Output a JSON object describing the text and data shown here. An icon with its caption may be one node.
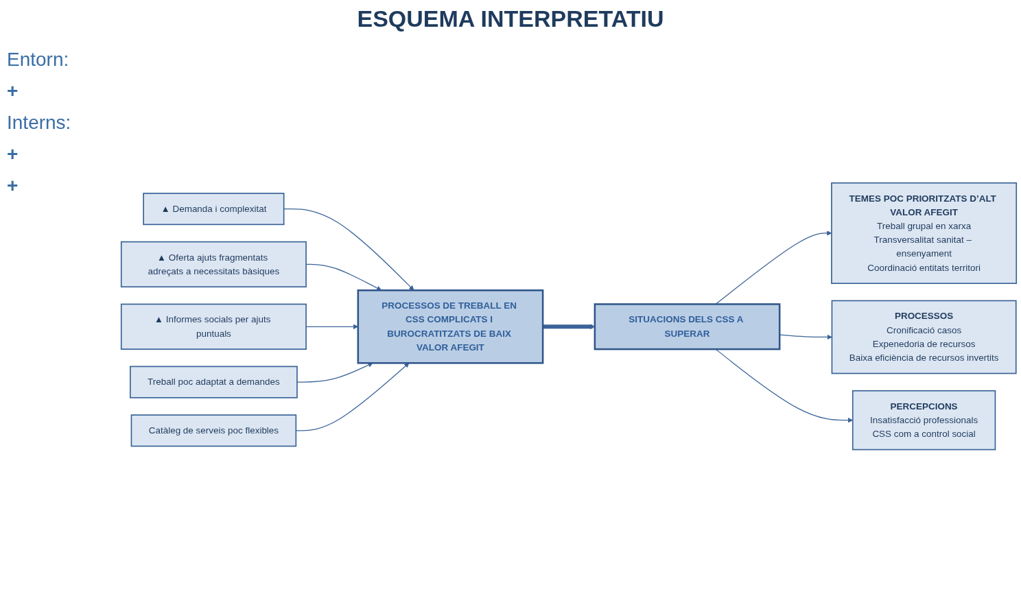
{
  "diagram": {
    "title": "ESQUEMA INTERPRETATIU",
    "nodes": [
      {
        "text": [
          "▲ Demanda i complexitat"
        ]
      },
      {
        "text": [
          "▲ Oferta ajuts fragmentats adreçats a necessitats bàsiques"
        ]
      },
      {
        "text": [
          "PROCESSOS DE TREBALL EN CSS COMPLICATS I BUROCRATITZATS DE BAIX VALOR AFEGIT"
        ]
      },
      {
        "text": [
          "SITUACIONS DELS CSS A SUPERAR"
        ]
      },
      {
        "text": [
          "TEMES POC PRIORITZATS D’ALT VALOR AFEGIT",
          "Treball grupal en xarxa",
          "Transversalitat sanitat – ensenyament",
          "Coordinació entitats territori"
        ]
      },
      {
        "text": [
          "PROCESSOS",
          "Cronificació casos",
          "Expenedoria de recursos",
          "Baixa eficiència de recursos invertits"
        ]
      },
      {
        "text": [
          "PERCEPCIONS",
          "Insatisfacció professionals",
          "CSS com a control social"
        ]
      },
      {
        "text": [
          "▲ Informes socials per ajuts puntuals"
        ]
      },
      {
        "text": [
          "Treball poc adaptat a demandes"
        ]
      },
      {
        "text": [
          "Catàleg de serveis poc flexibles"
        ]
      }
    ],
    "edges": [
      {
        "from": 0,
        "to": 2,
        "arrow": "to"
      },
      {
        "from": 1,
        "to": 2,
        "arrow": "to"
      },
      {
        "from": 7,
        "to": 2,
        "arrow": "to"
      },
      {
        "from": 8,
        "to": 2,
        "arrow": "to"
      },
      {
        "from": 9,
        "to": 2,
        "arrow": "to"
      },
      {
        "from": 2,
        "to": 3,
        "arrow": "to",
        "style": "thick"
      },
      {
        "from": 3,
        "to": 4,
        "arrow": "to"
      },
      {
        "from": 3,
        "to": 5,
        "arrow": "to"
      },
      {
        "from": 3,
        "to": 6,
        "arrow": "to"
      }
    ],
    "labels": [
      "Entorn:",
      "+",
      "Interns:",
      "+",
      "+"
    ]
  }
}
